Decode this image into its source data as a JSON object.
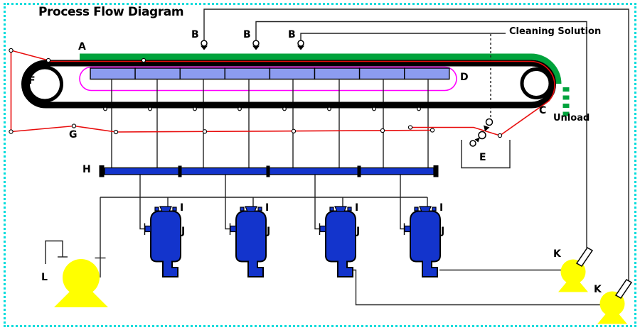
{
  "title": "Process Flow Diagram",
  "annotations": {
    "cleaning_solution": "Cleaning Solution",
    "unload": "Unload"
  },
  "equipment_labels": {
    "a": "A",
    "b": "B",
    "c": "C",
    "d": "D",
    "e": "E",
    "f": "F",
    "g": "G",
    "h": "H",
    "i": "I",
    "j": "J",
    "k": "K",
    "l": "L"
  },
  "colors": {
    "border_cyan": "#00dcdc",
    "belt_black": "#000000",
    "wash_green": "#00a33c",
    "cloth_red": "#e80c0c",
    "equipment_blue": "#1334cc",
    "vacuum_box_blue": "#8c9cf0",
    "boundary_magenta": "#ff00ff",
    "pump_yellow": "#ffff00",
    "pipe_gray": "#222222"
  }
}
